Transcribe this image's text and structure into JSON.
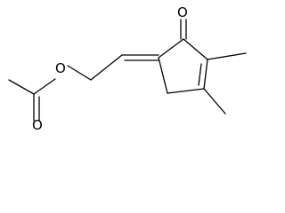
{
  "molecule": {
    "atoms": {
      "ring_carbonyl_oxygen": "O",
      "ester_oxygen": "O",
      "acetyl_carbonyl_oxygen": "O"
    }
  }
}
